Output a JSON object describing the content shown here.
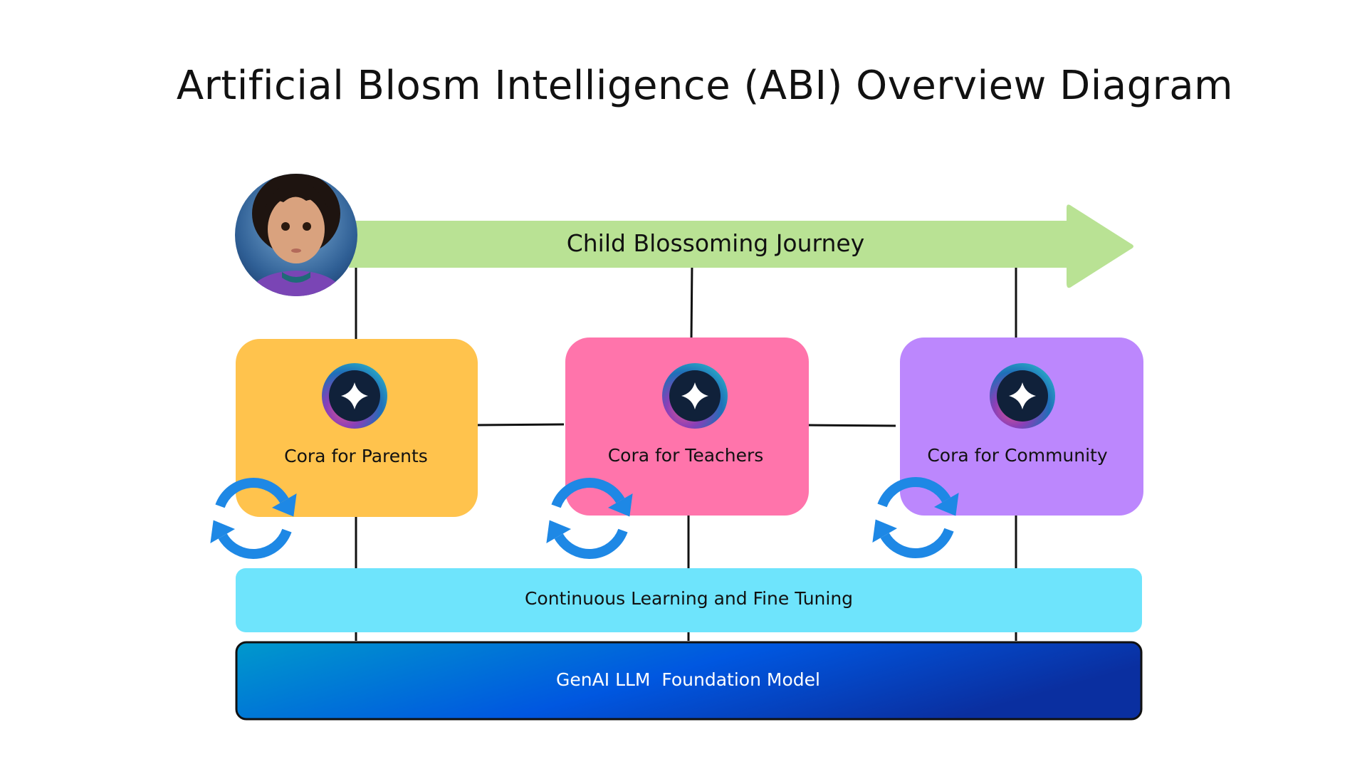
{
  "title": "Artificial Blosm Intelligence (ABI) Overview Diagram",
  "journey": {
    "label": "Child Blossoming Journey",
    "color": "#b9e294"
  },
  "cards": [
    {
      "label": "Cora for Parents",
      "color": "#ffc34d"
    },
    {
      "label": "Cora for Teachers",
      "color": "#ff74ab"
    },
    {
      "label": "Cora for Community",
      "color": "#bc87fd"
    }
  ],
  "learning_layer": {
    "label": "Continuous Learning and Fine Tuning",
    "color": "#6ee4fc"
  },
  "foundation_layer": {
    "label": "GenAI LLM  Foundation Model",
    "gradient_start": "#0099cc",
    "gradient_mid": "#0057e0",
    "gradient_end": "#0a2fa0"
  },
  "icons": {
    "avatar": "child-avatar",
    "assistant": "sparkle-icon",
    "cycle": "refresh-cycle-icon"
  },
  "cycle_color": "#1e88e5"
}
